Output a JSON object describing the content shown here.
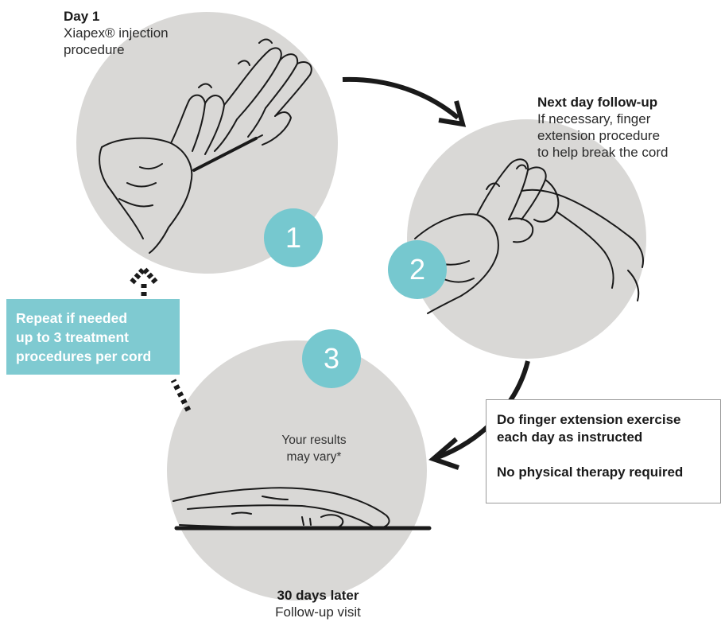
{
  "steps": [
    {
      "number": "1",
      "title": "Day 1",
      "subtitle_lines": [
        "Xiapex® injection",
        "procedure"
      ]
    },
    {
      "number": "2",
      "title": "Next day follow-up",
      "subtitle_lines": [
        "If necessary, finger",
        "extension procedure",
        "to help break the cord"
      ]
    },
    {
      "number": "3",
      "title": "30 days later",
      "subtitle_lines": [
        "Follow-up visit"
      ],
      "note_lines": [
        "Your results",
        "may vary*"
      ]
    }
  ],
  "repeat_box": {
    "lines": [
      "Repeat if needed",
      "up to 3 treatment",
      "procedures per cord"
    ]
  },
  "info_box": {
    "line1_a": "Do finger extension exercise",
    "line1_b": "each day as instructed",
    "line2": "No physical therapy required"
  },
  "colors": {
    "circle": "#d9d8d6",
    "accent": "#76c8cf",
    "arrow": "#1a1a1a"
  }
}
